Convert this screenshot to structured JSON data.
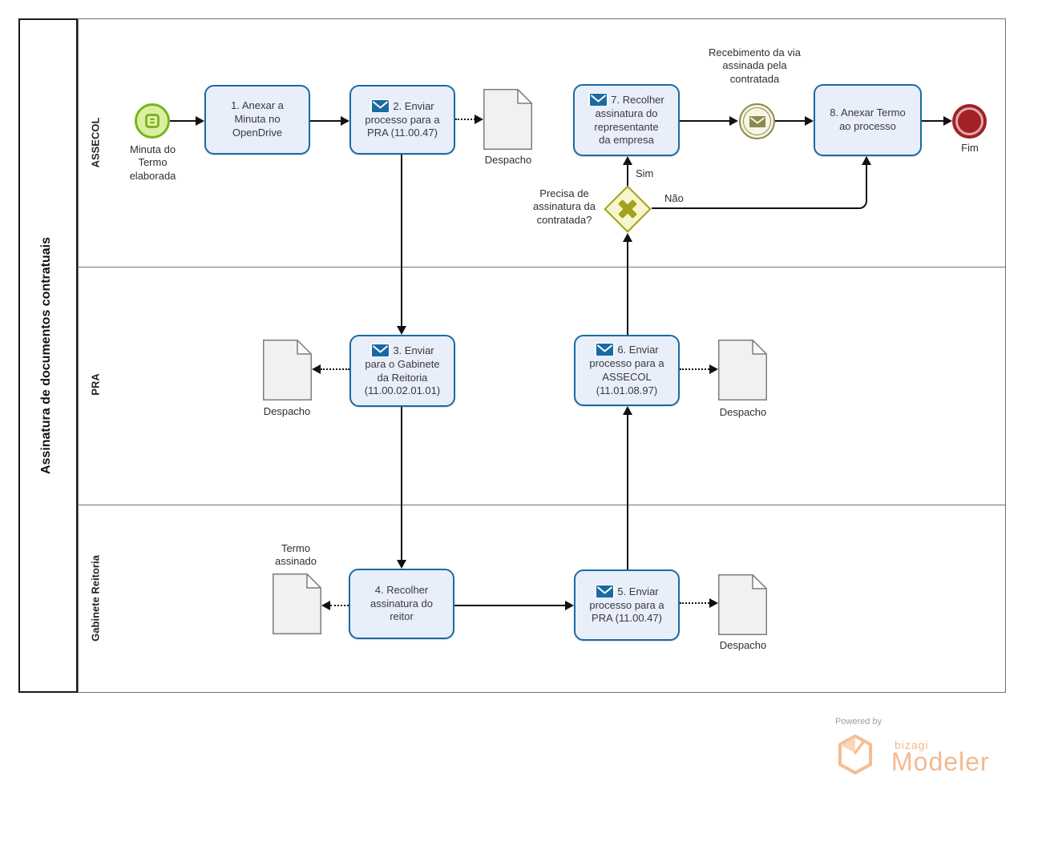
{
  "pool": {
    "title": "Assinatura de documentos contratuais",
    "lanes": [
      {
        "label": "ASSECOL"
      },
      {
        "label": "PRA"
      },
      {
        "label": "Gabinete Reitoria"
      }
    ]
  },
  "events": {
    "start_label": "Minuta do\nTermo\nelaborada",
    "intermediate_label": "Recebimento da via\nassinada pela\ncontratada",
    "end_label": "Fim"
  },
  "tasks": {
    "t1": {
      "label": "1. Anexar a\nMinuta no\nOpenDrive"
    },
    "t2": {
      "label": "2. Enviar\nprocesso para a\nPRA (11.00.47)"
    },
    "t3": {
      "label": "3. Enviar\npara o Gabinete\nda Reitoria\n(11.00.02.01.01)"
    },
    "t4": {
      "label": "4. Recolher\nassinatura do\nreitor"
    },
    "t5": {
      "label": "5. Enviar\nprocesso para a\nPRA (11.00.47)"
    },
    "t6": {
      "label": "6. Enviar\nprocesso para a\nASSECOL\n(11.01.08.97)"
    },
    "t7": {
      "label": "7. Recolher\nassinatura do\nrepresentante\nda empresa"
    },
    "t8": {
      "label": "8. Anexar Termo\nao processo"
    }
  },
  "gateway": {
    "question": "Precisa de\nassinatura da\ncontratada?",
    "yes": "Sim",
    "no": "Não"
  },
  "documents": {
    "despacho1": "Despacho",
    "despacho2": "Despacho",
    "despacho3": "Despacho",
    "despacho4": "Despacho",
    "termo": "Termo\nassinado"
  },
  "footer": {
    "powered_by": "Powered by",
    "brand": "bizagi",
    "product": "Modeler"
  },
  "icons": {
    "task_message": "envelope-icon",
    "intermediate_message": "envelope-icon",
    "start_event": "form-icon",
    "gateway": "x-mark-icon",
    "logo": "bizagi-hexagon-icon"
  },
  "colors": {
    "task_border": "#1a6ba3",
    "task_fill": "#e9eefb",
    "start_border": "#7cb319",
    "start_fill": "#d9f0a1",
    "gateway_border": "#a2a21f",
    "gateway_fill": "#f7f5cd",
    "intermediate_border": "#8b8b51",
    "intermediate_fill": "#f7f5e4",
    "end": "#a32126",
    "document_fill": "#f1f1f1",
    "logo": "#f2b98e"
  }
}
